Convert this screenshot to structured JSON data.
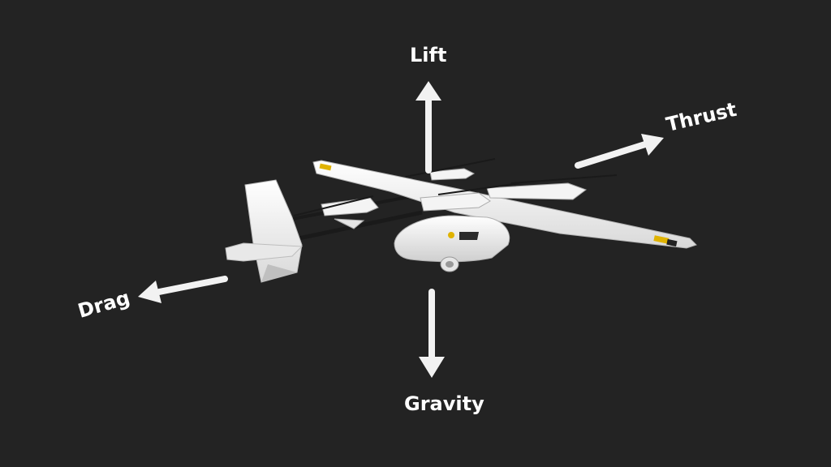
{
  "diagram": {
    "background_color": "#232323",
    "arrow_color": "#f2f2f2",
    "aircraft": "vtol-fixed-wing-drone",
    "forces": {
      "lift": "Lift",
      "thrust": "Thrust",
      "drag": "Drag",
      "gravity": "Gravity"
    }
  }
}
